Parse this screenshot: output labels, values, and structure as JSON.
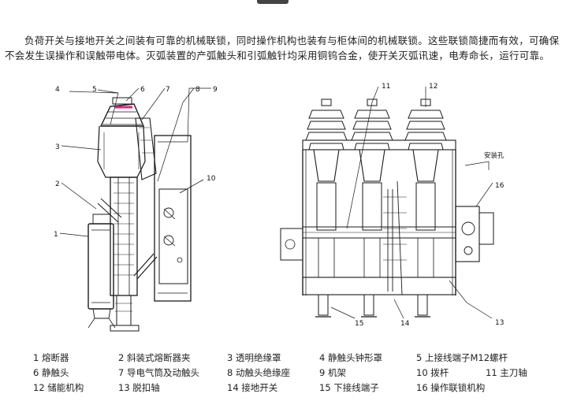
{
  "intro_text": "负荷开关与接地开关之间装有可靠的机械联锁，同时操作机构也装有与柜体间的机械联锁。这些联锁简捷而有效，可确保不会发生误操作和误触带电体。灭弧装置的产弧触头和引弧触针均采用铜钨合金，使开关灭弧讯速，电寿命长，运行可靠。",
  "side_view": {
    "callouts": [
      {
        "num": "1"
      },
      {
        "num": "2"
      },
      {
        "num": "3"
      },
      {
        "num": "4"
      },
      {
        "num": "5"
      },
      {
        "num": "6"
      },
      {
        "num": "7"
      },
      {
        "num": "8"
      },
      {
        "num": "9"
      },
      {
        "num": "10"
      }
    ]
  },
  "front_view": {
    "callouts": [
      {
        "num": "11"
      },
      {
        "num": "12"
      },
      {
        "num": "13"
      },
      {
        "num": "14"
      },
      {
        "num": "15"
      },
      {
        "num": "16"
      }
    ],
    "mounting_hole_label": "安装孔"
  },
  "legend": [
    {
      "num": "1",
      "label": "熔断器"
    },
    {
      "num": "2",
      "label": "斜装式熔断器夹"
    },
    {
      "num": "3",
      "label": "透明绝缘罩"
    },
    {
      "num": "4",
      "label": "静触头钟形罩"
    },
    {
      "num": "5",
      "label": "上接线端子M12螺杆"
    },
    {
      "num": "6",
      "label": "静触头"
    },
    {
      "num": "7",
      "label": "导电气筒及动触头"
    },
    {
      "num": "8",
      "label": "动触头绝缘座"
    },
    {
      "num": "9",
      "label": "机架"
    },
    {
      "num": "10",
      "label": "拨杆"
    },
    {
      "num": "11",
      "label": "主刀轴"
    },
    {
      "num": "12",
      "label": "储能机构"
    },
    {
      "num": "13",
      "label": "脱扣轴"
    },
    {
      "num": "14",
      "label": "接地开关"
    },
    {
      "num": "15",
      "label": "下接线端子"
    },
    {
      "num": "16",
      "label": "操作联锁机构"
    }
  ],
  "colors": {
    "line": "#1a1a1a",
    "accent": "#e0208a",
    "background": "#ffffff"
  }
}
